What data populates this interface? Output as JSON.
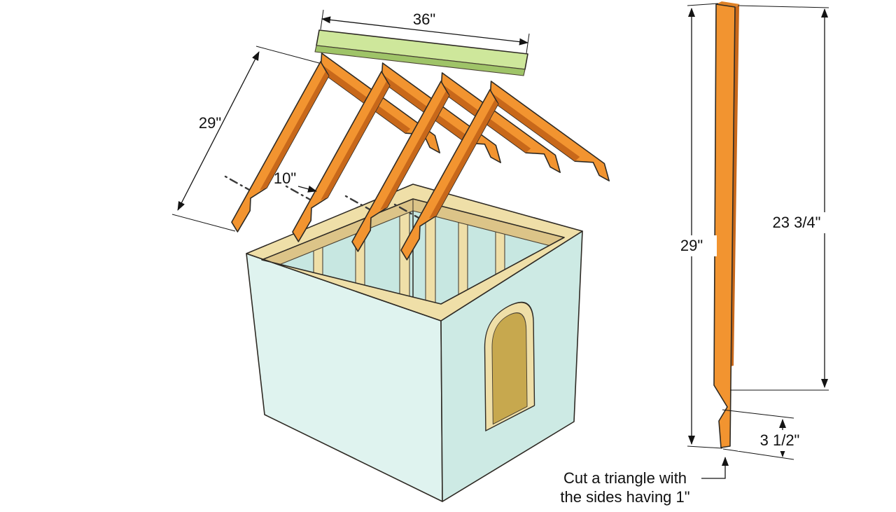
{
  "page": {
    "background": "#FFFFFF"
  },
  "labels": {
    "ridge_length": "36\"",
    "rafter_length": "29\"",
    "rafter_spacing": "10\"",
    "detail_total_length": "29\"",
    "detail_upper_length": "23 3/4\"",
    "detail_lower_length": "3 1/2\"",
    "note_line_1": "Cut a triangle with",
    "note_line_2": "the sides having 1\""
  },
  "colors": {
    "background": "#FFFFFF",
    "outline": "#2E2A24",
    "dimension": "#141414",
    "rafter_face": "#F29430",
    "rafter_side": "#C8681A",
    "rafter_cap": "#DE8126",
    "ridge_face": "#CEE79B",
    "ridge_side": "#9FC468",
    "wall_left": "#DFF3EF",
    "wall_right": "#CDEAE4",
    "wall_interior": "#C7E7E1",
    "wood_light": "#EFDFA8",
    "wood_mid": "#DCC488",
    "door_inner": "#C7A84E"
  }
}
